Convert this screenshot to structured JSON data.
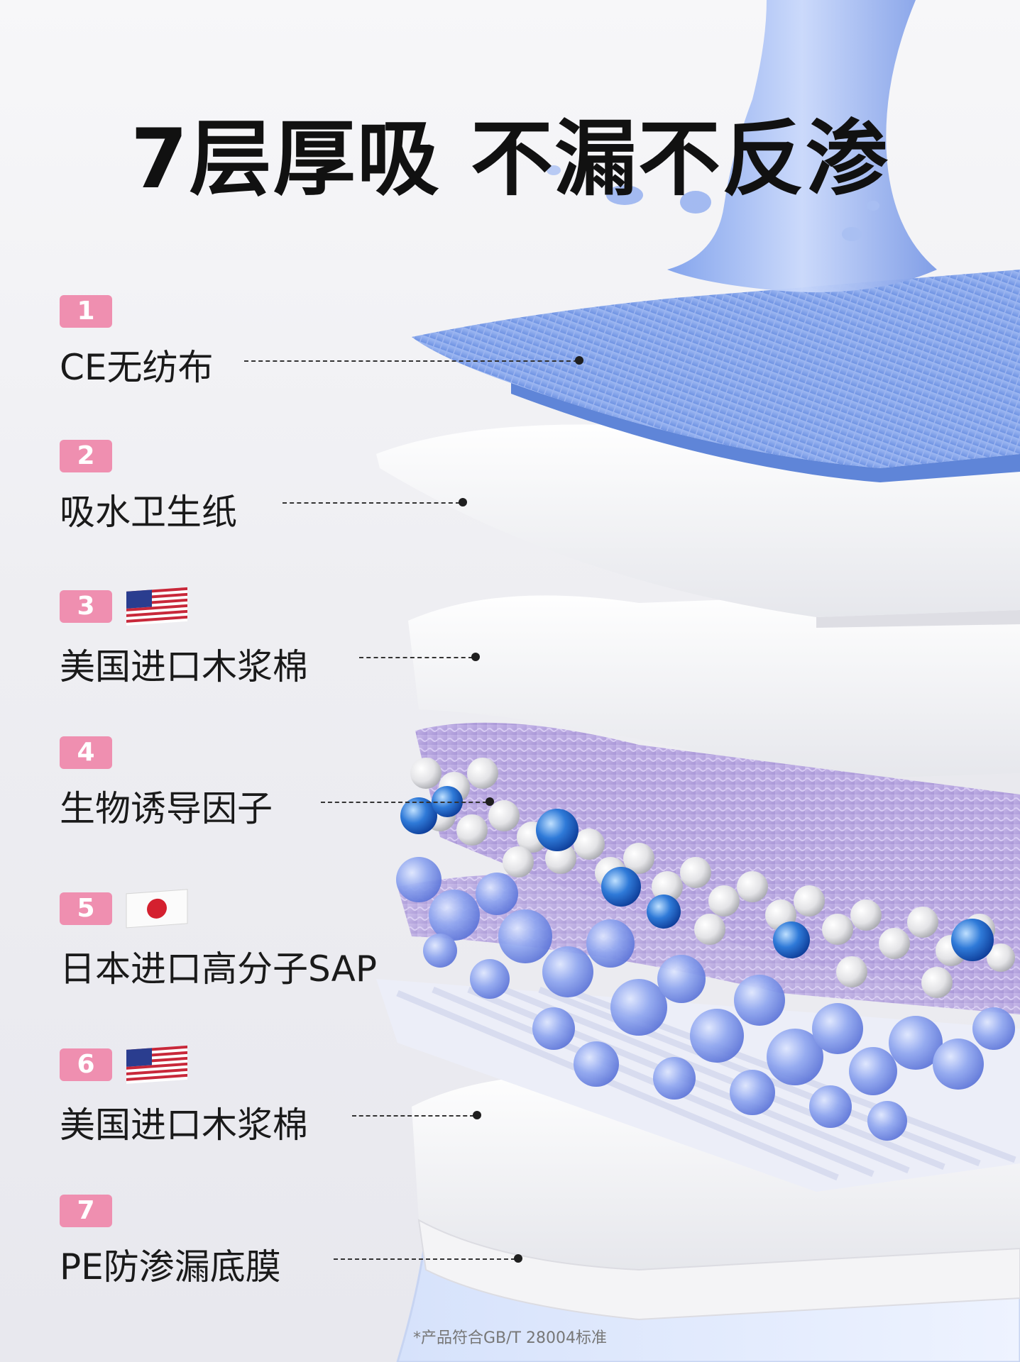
{
  "headline": "7层厚吸 不漏不反渗",
  "layers": [
    {
      "number": "1",
      "name": "CE无纺布",
      "flag": null
    },
    {
      "number": "2",
      "name": "吸水卫生纸",
      "flag": null
    },
    {
      "number": "3",
      "name": "美国进口木浆棉",
      "flag": "us-flag-icon"
    },
    {
      "number": "4",
      "name": "生物诱导因子",
      "flag": null
    },
    {
      "number": "5",
      "name": "日本进口高分子SAP",
      "flag": "japan-flag-icon"
    },
    {
      "number": "6",
      "name": "美国进口木浆棉",
      "flag": "us-flag-icon"
    },
    {
      "number": "7",
      "name": "PE防渗漏底膜",
      "flag": null
    }
  ],
  "footnote": "*产品符合GB/T 28004标准",
  "colors": {
    "badge": "#ef8fb0",
    "water": "#7ea3ea",
    "pulp": "#ffffff",
    "purple_layer": "#b9a8dc",
    "sap_beads": "#8fa6f0"
  }
}
